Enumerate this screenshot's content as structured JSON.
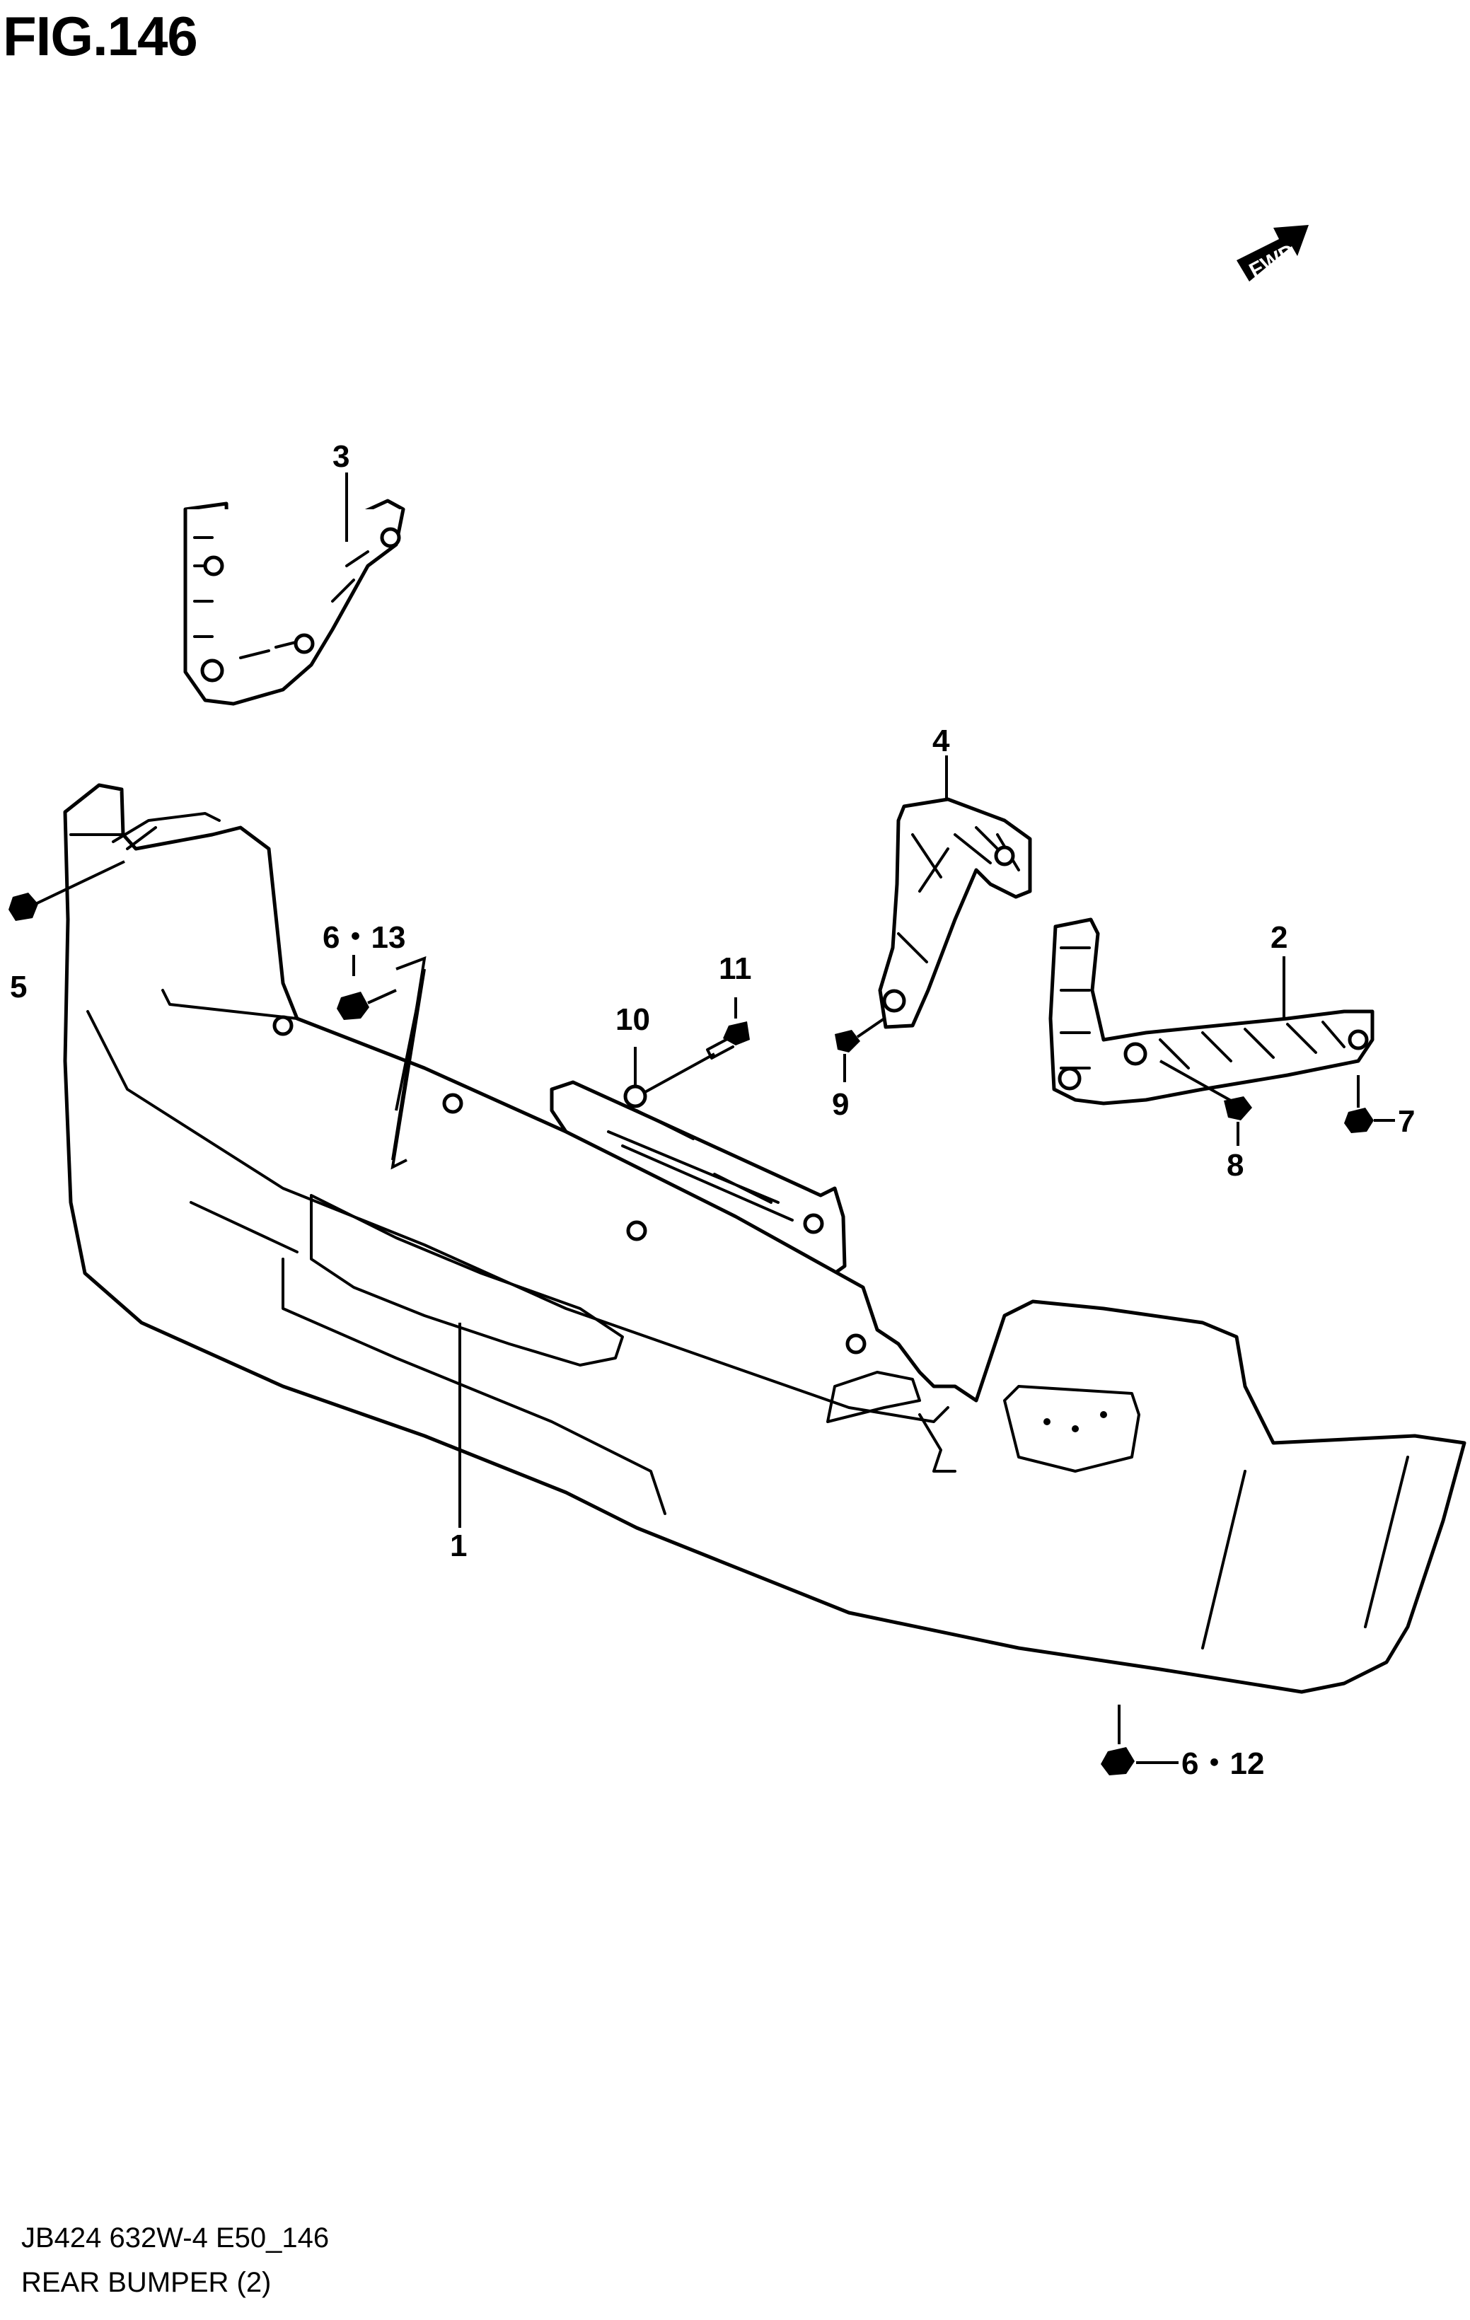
{
  "figure": {
    "title": "FIG.146",
    "code": "JB424 632W-4 E50_146",
    "name": "REAR BUMPER (2)",
    "direction_label": "FWD"
  },
  "callouts": {
    "c1": "1",
    "c2": "2",
    "c3": "3",
    "c4": "4",
    "c5": "5",
    "c6_13": "6・13",
    "c11": "11",
    "c10": "10",
    "c9": "9",
    "c8": "8",
    "c7": "7",
    "c6_12": "6・12"
  }
}
